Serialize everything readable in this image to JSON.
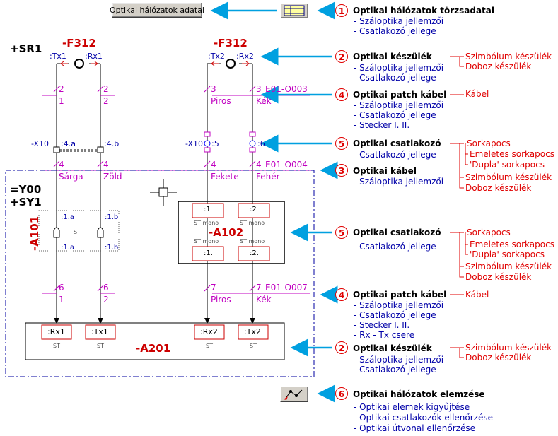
{
  "toolbar": {
    "network_data_button": "Optikai hálózatok adatai"
  },
  "locations": {
    "sr1": "+SR1",
    "y00": "=Y00",
    "sy1": "+SY1"
  },
  "devices": {
    "f312_left": "-F312",
    "f312_right": "-F312",
    "a101": "-A101",
    "a102": "-A102",
    "a201": "-A201"
  },
  "pins": {
    "tx1_top": ":Tx1",
    "rx1_top": ":Rx1",
    "tx2_top": ":Tx2",
    "rx2_top": ":Rx2",
    "x10_left": "-X10",
    "x10_right": "-X10",
    "t4a": ":4.a",
    "t4b": ":4.b",
    "t5": ":5",
    "t6": ":6",
    "a101_1a_top": ":1.a",
    "a101_1b_top": ":1.b",
    "a101_1a_bot": ":1.a",
    "a101_1b_bot": ":1.b",
    "a101_st": "ST",
    "a102_p1": ":1",
    "a102_p2": ":2",
    "a102_p1b": ":1.",
    "a102_p2b": ":2.",
    "st_mono": "ST mono",
    "a201_rx1": ":Rx1",
    "a201_tx1": ":Tx1",
    "a201_rx2": ":Rx2",
    "a201_tx2": ":Tx2",
    "st": "ST"
  },
  "cables": {
    "top_left_a": "2",
    "top_left_a2": "1",
    "top_left_b": "2",
    "top_left_b2": "2",
    "top_right_a": "3",
    "top_right_a_color": "Piros",
    "top_right_b": "3",
    "top_right_b_id": "E01-O003",
    "top_right_b_color": "Kék",
    "mid_1": "4",
    "mid_1_color": "Sárga",
    "mid_2": "4",
    "mid_2_color": "Zöld",
    "mid_3": "4",
    "mid_3_color": "Fekete",
    "mid_4": "4",
    "mid_4_id": "E01-O004",
    "mid_4_color": "Fehér",
    "low_left_a": "6",
    "low_left_a2": "1",
    "low_left_b": "6",
    "low_left_b2": "2",
    "low_right_a": "7",
    "low_right_a_color": "Piros",
    "low_right_b": "7",
    "low_right_b_id": "E01-O007",
    "low_right_b_color": "Kék"
  },
  "annotations": [
    {
      "num": "1",
      "title": "Optikai hálózatok törzsadatai",
      "items": [
        "- Száloptika jellemzői",
        "- Csatlakozó jellege"
      ],
      "right": []
    },
    {
      "num": "2",
      "title": "Optikai készülék",
      "items": [
        "- Száloptika jellemzői",
        "- Csatlakozó jellege"
      ],
      "right": [
        "Szimbólum készülék",
        "Doboz készülék"
      ]
    },
    {
      "num": "4",
      "title": "Optikai patch kábel",
      "items": [
        "- Száloptika jellemzői",
        "- Csatlakozó jellege",
        "- Stecker I. II."
      ],
      "right": [
        "Kábel"
      ]
    },
    {
      "num": "5",
      "title": "Optikai csatlakozó",
      "items": [
        "- Csatlakozó jellege"
      ],
      "right": [
        "Sorkapocs",
        "Emeletes sorkapocs",
        "'Dupla' sorkapocs",
        "Szimbólum készülék",
        "Doboz készülék"
      ]
    },
    {
      "num": "3",
      "title": "Optikai kábel",
      "items": [
        "- Száloptika jellemzői"
      ],
      "right": []
    },
    {
      "num": "5",
      "title": "Optikai csatlakozó",
      "items": [
        "- Csatlakozó jellege"
      ],
      "right": [
        "Sorkapocs",
        "Emeletes sorkapocs",
        "'Dupla' sorkapocs",
        "Szimbólum készülék",
        "Doboz készülék"
      ]
    },
    {
      "num": "4",
      "title": "Optikai patch kábel",
      "items": [
        "- Száloptika jellemzői",
        "- Csatlakozó jellege",
        "- Stecker I. II.",
        "- Rx - Tx csere"
      ],
      "right": [
        "Kábel"
      ]
    },
    {
      "num": "2",
      "title": "Optikai készülék",
      "items": [
        "- Száloptika jellemzői",
        "- Csatlakozó jellege"
      ],
      "right": [
        "Szimbólum készülék",
        "Doboz készülék"
      ]
    },
    {
      "num": "6",
      "title": "Optikai hálózatok elemzése",
      "items": [
        "- Optikai elemek kigyűjtése",
        "- Optikai csatlakozók ellenőrzése",
        "- Optikai útvonal ellenőrzése"
      ],
      "right": []
    }
  ],
  "colors": {
    "accent_red": "#e00000",
    "link_blue": "#0000a8",
    "arrow_blue": "#00a0e0",
    "cable_magenta": "#c000c0"
  }
}
